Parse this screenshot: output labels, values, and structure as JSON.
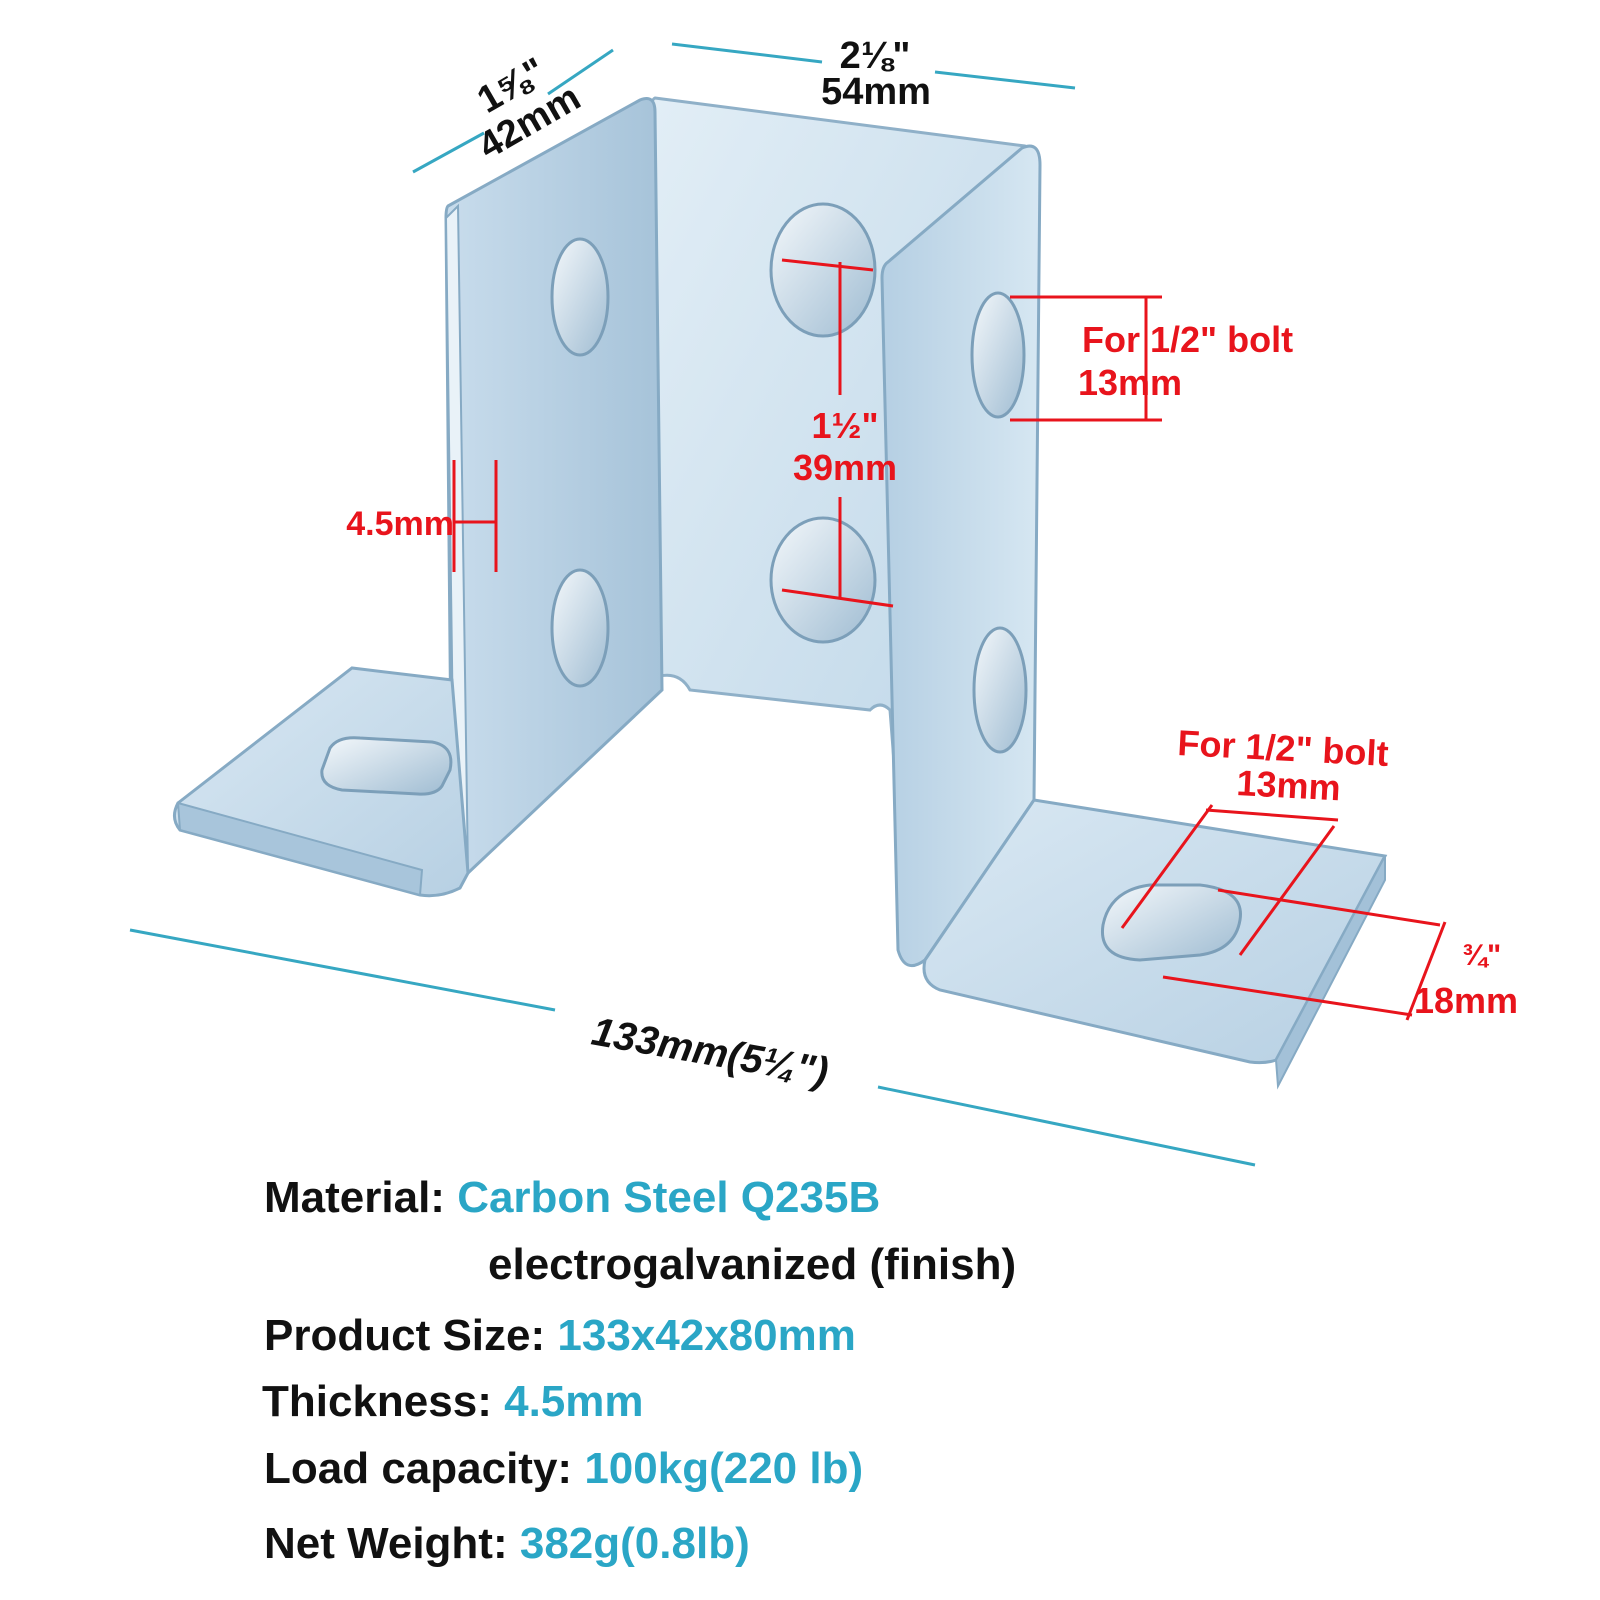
{
  "colors": {
    "dimension_red": "#e8141c",
    "dimension_blue": "#36a7c2",
    "value_blue": "#2aa6c6",
    "label_black": "#111111",
    "metal_light": "#cfe2ef",
    "metal_mid": "#a9c8de",
    "metal_dark": "#86aac4"
  },
  "dimensions": {
    "depth_in": "1⅝\"",
    "depth_mm": "42mm",
    "width_in": "2⅛\"",
    "width_mm": "54mm",
    "length": "133mm(5¼\")",
    "thickness": "4.5mm",
    "hole_spacing_in": "1½\"",
    "hole_spacing_mm": "39mm",
    "side_bolt_label": "For 1/2\" bolt",
    "side_bolt_mm": "13mm",
    "base_bolt_label": "For 1/2\" bolt",
    "base_bolt_mm": "13mm",
    "slot_in": "¾\"",
    "slot_mm": "18mm"
  },
  "specs": {
    "material_label": "Material:",
    "material_value": "Carbon Steel Q235B",
    "material_note": "electrogalvanized (finish)",
    "size_label": "Product Size:",
    "size_value": "133x42x80mm",
    "thickness_label": "Thickness:",
    "thickness_value": "4.5mm",
    "load_label": "Load capacity:",
    "load_value": "100kg(220 lb)",
    "weight_label": "Net Weight:",
    "weight_value": "382g(0.8lb)"
  }
}
